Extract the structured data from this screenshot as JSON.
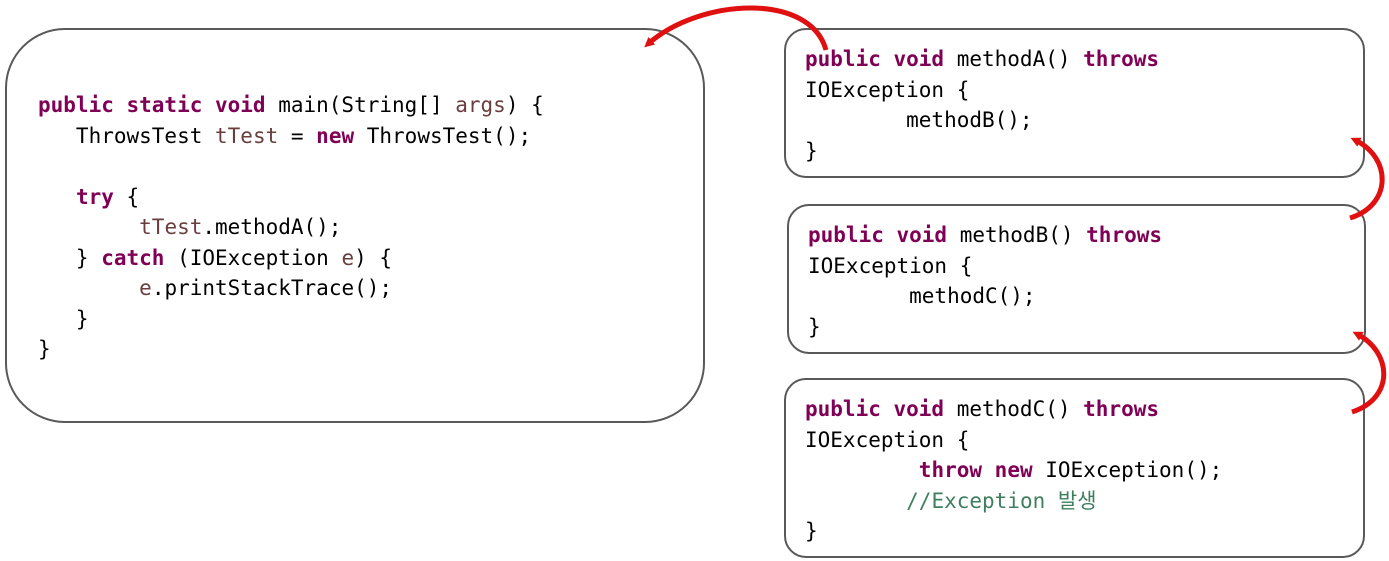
{
  "colors": {
    "keyword": "#7f0055",
    "variable": "#6a3e3e",
    "comment": "#3f7f5f",
    "text": "#000000",
    "box_border": "#595959",
    "arrow": "#e01010"
  },
  "main_box": {
    "lines": [
      [
        {
          "t": "public static void",
          "k": "kw"
        },
        {
          "t": " main(String[] "
        },
        {
          "t": "args",
          "k": "var"
        },
        {
          "t": ") {"
        }
      ],
      [
        {
          "t": "   ThrowsTest "
        },
        {
          "t": "tTest",
          "k": "var"
        },
        {
          "t": " = "
        },
        {
          "t": "new",
          "k": "kw"
        },
        {
          "t": " ThrowsTest();"
        }
      ],
      [],
      [
        {
          "t": "   "
        },
        {
          "t": "try",
          "k": "kw"
        },
        {
          "t": " {"
        }
      ],
      [
        {
          "t": "        "
        },
        {
          "t": "tTest",
          "k": "var"
        },
        {
          "t": ".methodA();"
        }
      ],
      [
        {
          "t": "   } "
        },
        {
          "t": "catch",
          "k": "kw"
        },
        {
          "t": " (IOException "
        },
        {
          "t": "e",
          "k": "var"
        },
        {
          "t": ") {"
        }
      ],
      [
        {
          "t": "        "
        },
        {
          "t": "e",
          "k": "var"
        },
        {
          "t": ".printStackTrace();"
        }
      ],
      [
        {
          "t": "   }"
        }
      ],
      [
        {
          "t": "}"
        }
      ]
    ]
  },
  "method_a_box": {
    "lines": [
      [
        {
          "t": "public void",
          "k": "kw"
        },
        {
          "t": " methodA() "
        },
        {
          "t": "throws",
          "k": "kw"
        }
      ],
      [
        {
          "t": "IOException {"
        }
      ],
      [
        {
          "t": "        methodB();"
        }
      ],
      [
        {
          "t": "}"
        }
      ]
    ]
  },
  "method_b_box": {
    "lines": [
      [
        {
          "t": "public void",
          "k": "kw"
        },
        {
          "t": " methodB() "
        },
        {
          "t": "throws",
          "k": "kw"
        }
      ],
      [
        {
          "t": "IOException {"
        }
      ],
      [
        {
          "t": "        methodC();"
        }
      ],
      [
        {
          "t": "}"
        }
      ]
    ]
  },
  "method_c_box": {
    "lines": [
      [
        {
          "t": "public void",
          "k": "kw"
        },
        {
          "t": " methodC() "
        },
        {
          "t": "throws",
          "k": "kw"
        }
      ],
      [
        {
          "t": "IOException {"
        }
      ],
      [
        {
          "t": "         "
        },
        {
          "t": "throw",
          "k": "kw"
        },
        {
          "t": " "
        },
        {
          "t": "new",
          "k": "kw"
        },
        {
          "t": " IOException();"
        }
      ],
      [
        {
          "t": "        "
        },
        {
          "t": "//Exception 발생",
          "k": "cm"
        }
      ],
      [
        {
          "t": "}"
        }
      ]
    ]
  }
}
